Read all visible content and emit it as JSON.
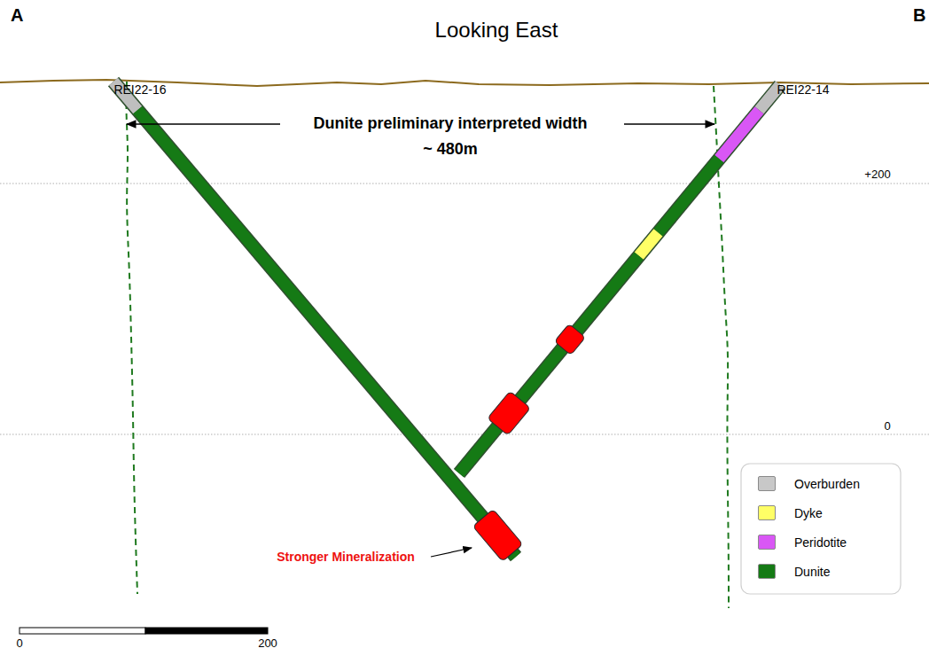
{
  "diagram": {
    "title": "Looking East",
    "labels": [
      "A",
      "B",
      "REI22-16",
      "REI22-14",
      "Dunite preliminary interpreted width",
      "~ 480m",
      "+200",
      "0",
      "Stronger Mineralization",
      "0",
      "200"
    ],
    "legend": [
      {
        "text": "Overburden",
        "color": "#c8c8c8"
      },
      {
        "text": "Dyke",
        "color": "#ffff66"
      },
      {
        "text": "Peridotite",
        "color": "#d957f5"
      },
      {
        "text": "Dunite",
        "color": "#157a15"
      }
    ]
  }
}
